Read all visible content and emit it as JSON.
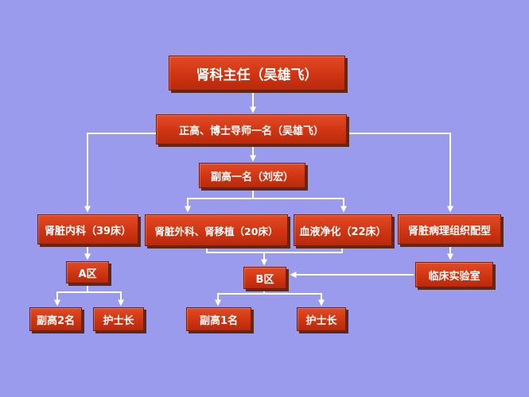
{
  "colors": {
    "background": "#9b9bee",
    "box": "#cf3512",
    "connector": "#ffffff"
  },
  "nodes": {
    "director": "肾科主任（吴雄飞）",
    "senior_doctoral": "正高、博士导师一名（吴雄飞）",
    "associate": "副高一名（刘宏）",
    "nephrology_internal": "肾脏内科（39床）",
    "nephrology_surgery": "肾脏外科、肾移植（20床）",
    "blood_purification": "血液净化（22床）",
    "renal_pathology": "肾脏病理组织配型",
    "zone_a": "A区",
    "zone_b": "B区",
    "clinical_lab": "临床实验室",
    "a_associate": "副高2名",
    "a_head_nurse": "护士长",
    "b_associate": "副高1名",
    "b_head_nurse": "护士长"
  }
}
